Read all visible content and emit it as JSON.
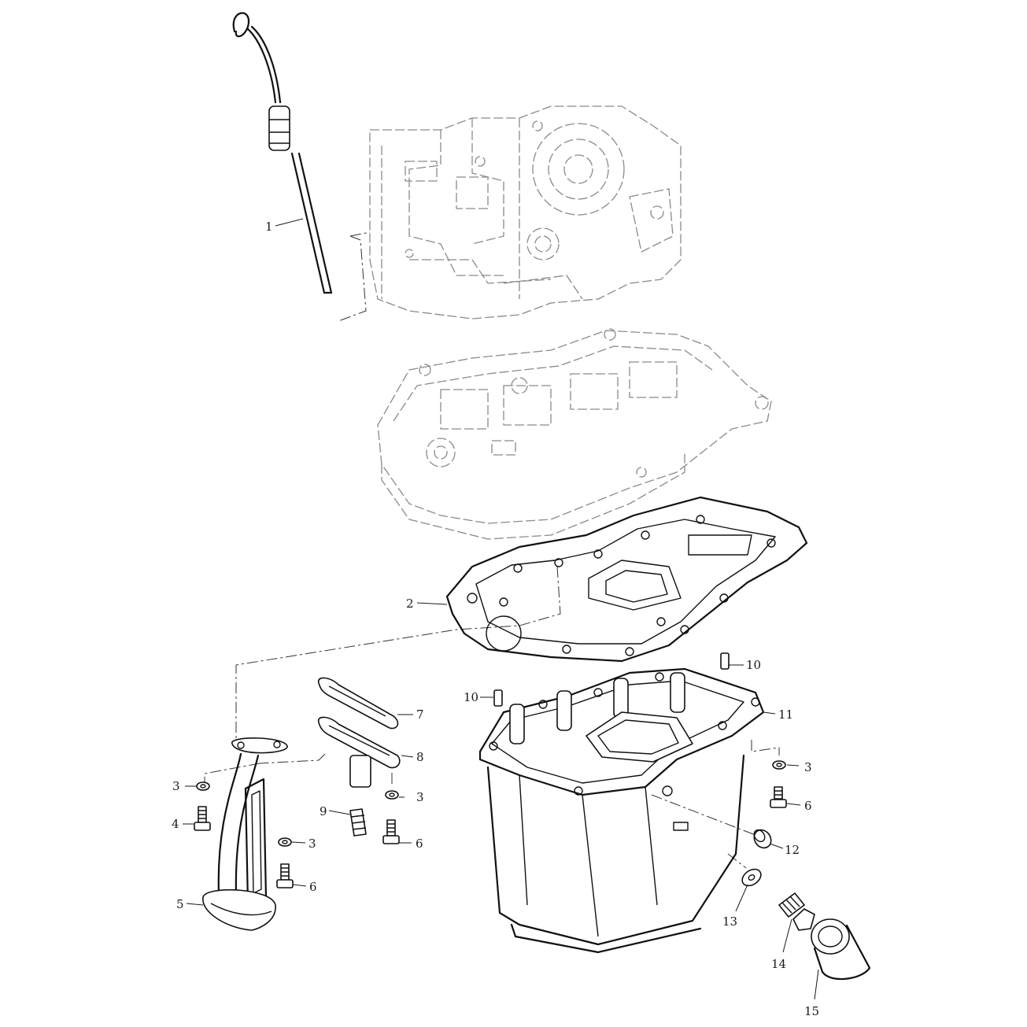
{
  "callouts": [
    {
      "id": "c1",
      "text": "1"
    },
    {
      "id": "c2",
      "text": "2"
    },
    {
      "id": "c3a",
      "text": "3"
    },
    {
      "id": "c3b",
      "text": "3"
    },
    {
      "id": "c3c",
      "text": "3"
    },
    {
      "id": "c3d",
      "text": "3"
    },
    {
      "id": "c4",
      "text": "4"
    },
    {
      "id": "c5",
      "text": "5"
    },
    {
      "id": "c6a",
      "text": "6"
    },
    {
      "id": "c6b",
      "text": "6"
    },
    {
      "id": "c6c",
      "text": "6"
    },
    {
      "id": "c7",
      "text": "7"
    },
    {
      "id": "c8",
      "text": "8"
    },
    {
      "id": "c9",
      "text": "9"
    },
    {
      "id": "c10a",
      "text": "10"
    },
    {
      "id": "c10b",
      "text": "10"
    },
    {
      "id": "c11",
      "text": "11"
    },
    {
      "id": "c12",
      "text": "12"
    },
    {
      "id": "c13",
      "text": "13"
    },
    {
      "id": "c14",
      "text": "14"
    },
    {
      "id": "c15",
      "text": "15"
    }
  ]
}
